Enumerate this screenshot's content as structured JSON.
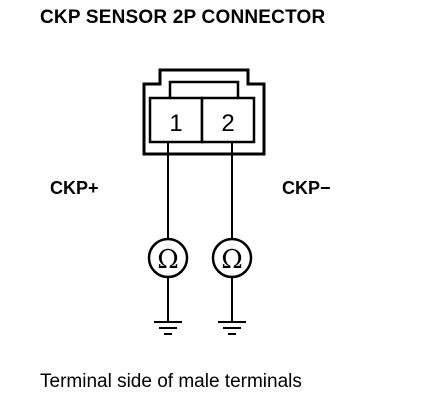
{
  "title": "CKP SENSOR 2P CONNECTOR",
  "connector": {
    "pins": [
      "1",
      "2"
    ]
  },
  "labels": {
    "left": "CKP+",
    "right": "CKP−"
  },
  "meters": {
    "symbol": "Ω",
    "icon": "ohmmeter-icon"
  },
  "caption": "Terminal side of male terminals"
}
